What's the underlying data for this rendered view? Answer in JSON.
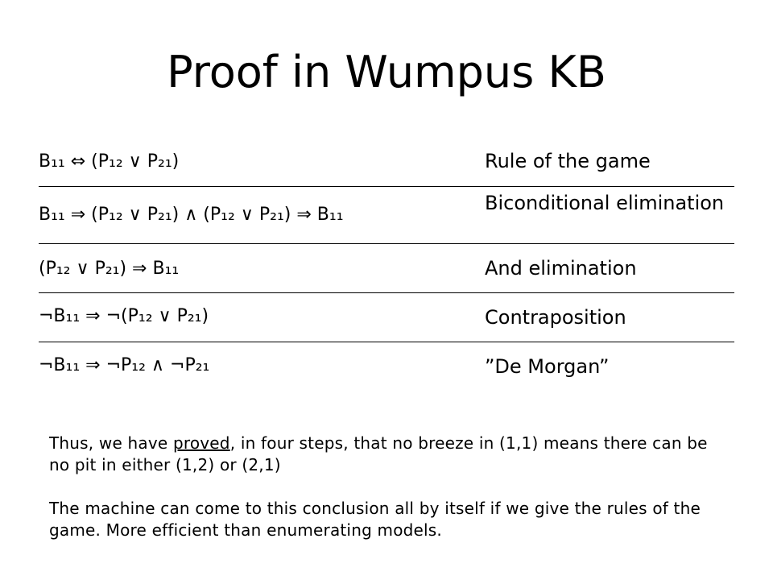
{
  "title": "Proof in Wumpus KB",
  "steps": [
    {
      "formula": "B₁₁ ⇔ (P₁₂ ∨ P₂₁)",
      "reason": "Rule of the game"
    },
    {
      "formula": "B₁₁ ⇒ (P₁₂ ∨ P₂₁) ∧ (P₁₂ ∨ P₂₁) ⇒ B₁₁",
      "reason": "Biconditional elimination"
    },
    {
      "formula": "(P₁₂ ∨ P₂₁) ⇒ B₁₁",
      "reason": "And elimination"
    },
    {
      "formula": "¬B₁₁ ⇒ ¬(P₁₂ ∨ P₂₁)",
      "reason": "Contraposition"
    },
    {
      "formula": "¬B₁₁ ⇒ ¬P₁₂ ∧ ¬P₂₁",
      "reason": "”De Morgan”"
    }
  ],
  "notes": {
    "para1_before": "Thus, we have ",
    "para1_link": "proved",
    "para1_after": ", in four steps, that no breeze in (1,1) means there can be no pit in either (1,2) or (2,1)",
    "para2": "The machine can come to this conclusion all by itself if we give the rules of the game. More efficient than enumerating models."
  }
}
